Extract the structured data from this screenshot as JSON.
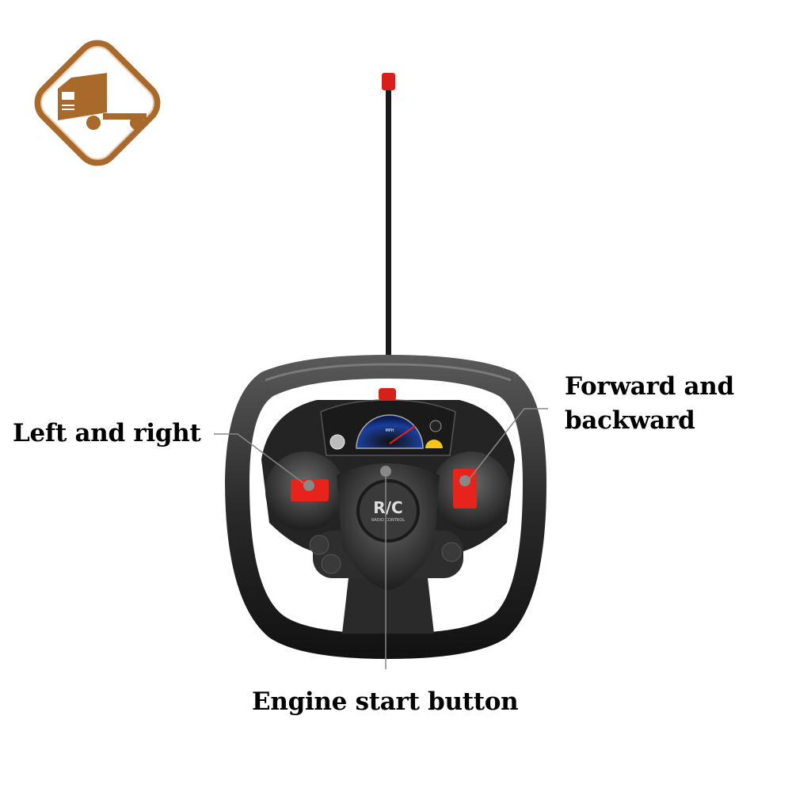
{
  "logo": {
    "icon": "truck-icon",
    "color": "#a8692a"
  },
  "product": {
    "badge_main": "R/C",
    "badge_sub": "RADIO CONTROL",
    "gauge_unit": "MPH",
    "accent": "#e8231c"
  },
  "callouts": {
    "left_right": "Left and right",
    "forward_backward_line1": "Forward and",
    "forward_backward_line2": "backward",
    "engine_start": "Engine start button"
  }
}
